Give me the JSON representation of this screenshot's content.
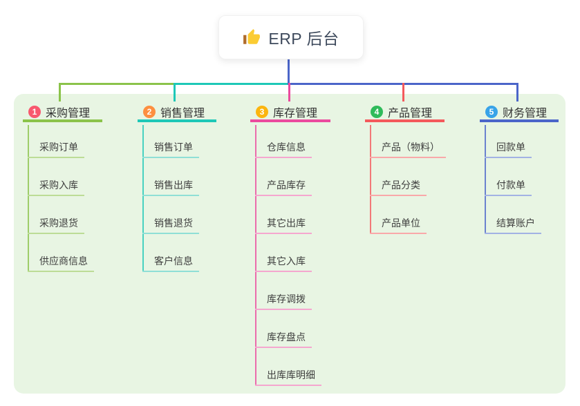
{
  "root": {
    "title": "ERP 后台",
    "icon": "thumbs-up"
  },
  "colors": {
    "panel_bg": "#e8f5e3",
    "card_bg": "#ffffff",
    "root_text": "#3e4a5c",
    "header_text": "#333333",
    "child_text": "#3e3e3e",
    "thumb_hand": "#fbcc33",
    "thumb_sleeve": "#b06c2b"
  },
  "branches": [
    {
      "badge": "1",
      "badge_color": "#f8586e",
      "label": "采购管理",
      "line_color": "#8bc34a",
      "line_color_light": "#bcdc96",
      "children": [
        "采购订单",
        "采购入库",
        "采购退货",
        "供应商信息"
      ]
    },
    {
      "badge": "2",
      "badge_color": "#fd8f40",
      "label": "销售管理",
      "line_color": "#1ec8b7",
      "line_color_light": "#8fdfd6",
      "children": [
        "销售订单",
        "销售出库",
        "销售退货",
        "客户信息"
      ]
    },
    {
      "badge": "3",
      "badge_color": "#fbb50f",
      "label": "库存管理",
      "line_color": "#eb4a9e",
      "line_color_light": "#f5a6cf",
      "children": [
        "仓库信息",
        "产品库存",
        "其它出库",
        "其它入库",
        "库存调拨",
        "库存盘点",
        "出库库明细"
      ]
    },
    {
      "badge": "4",
      "badge_color": "#2fbb5a",
      "label": "产品管理",
      "line_color": "#f4595c",
      "line_color_light": "#f9a8a9",
      "children": [
        "产品（物料）",
        "产品分类",
        "产品单位"
      ]
    },
    {
      "badge": "5",
      "badge_color": "#38a3e8",
      "label": "财务管理",
      "line_color": "#4b65c9",
      "line_color_light": "#a2b2e4",
      "children": [
        "回款单",
        "付款单",
        "结算账户"
      ]
    }
  ]
}
